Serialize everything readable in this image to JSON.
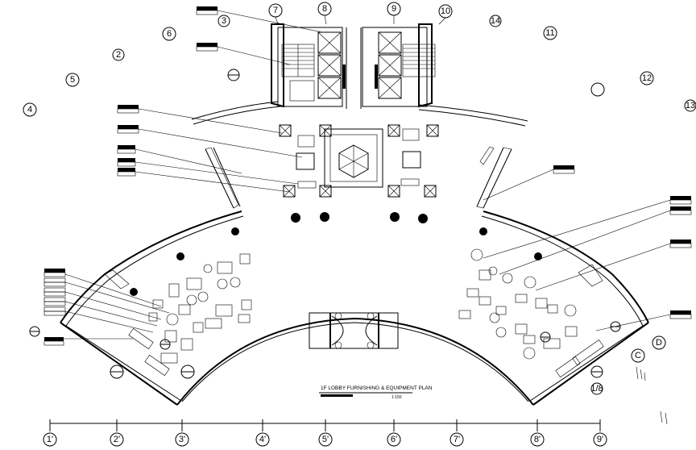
{
  "drawing": {
    "title": "1F LOBBY FURNISHING & EQUIPMENT PLAN",
    "scale": "1:150"
  },
  "grid_bubbles_top": [
    "7",
    "8",
    "9",
    "10",
    "6",
    "11",
    "5",
    "12",
    "4",
    "13",
    "3",
    "14",
    "2"
  ],
  "grid_bubbles_right": [
    "D",
    "C",
    "1/8"
  ],
  "grid_bubbles_bottom": [
    "1'",
    "2'",
    "3'",
    "4'",
    "5'",
    "6'",
    "7'",
    "8'",
    "9'"
  ],
  "colors": {
    "line": "#000000",
    "background": "#ffffff",
    "column_fill": "#000000"
  }
}
